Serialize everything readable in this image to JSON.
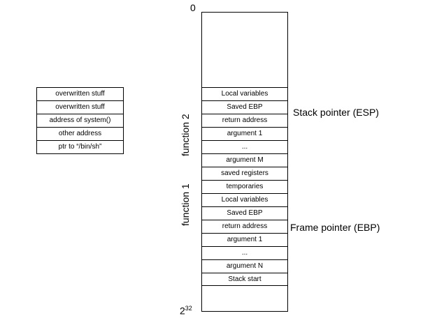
{
  "payload": [
    "overwritten stuff",
    "overwritten stuff",
    "address of system()",
    "other address",
    "ptr to “/bin/sh”"
  ],
  "stack": {
    "top_address": "0",
    "bottom_address_base": "2",
    "bottom_address_exp": "32",
    "cells": [
      "Local variables",
      "Saved EBP",
      "return address",
      "argument 1",
      "...",
      "argument M",
      "saved registers",
      "temporaries",
      "Local variables",
      "Saved EBP",
      "return address",
      "argument 1",
      "...",
      "argument N",
      "Stack start"
    ],
    "function2_label": "function 2",
    "function1_label": "function 1",
    "stack_pointer_label": "Stack pointer (ESP)",
    "frame_pointer_label": "Frame pointer (EBP)"
  }
}
